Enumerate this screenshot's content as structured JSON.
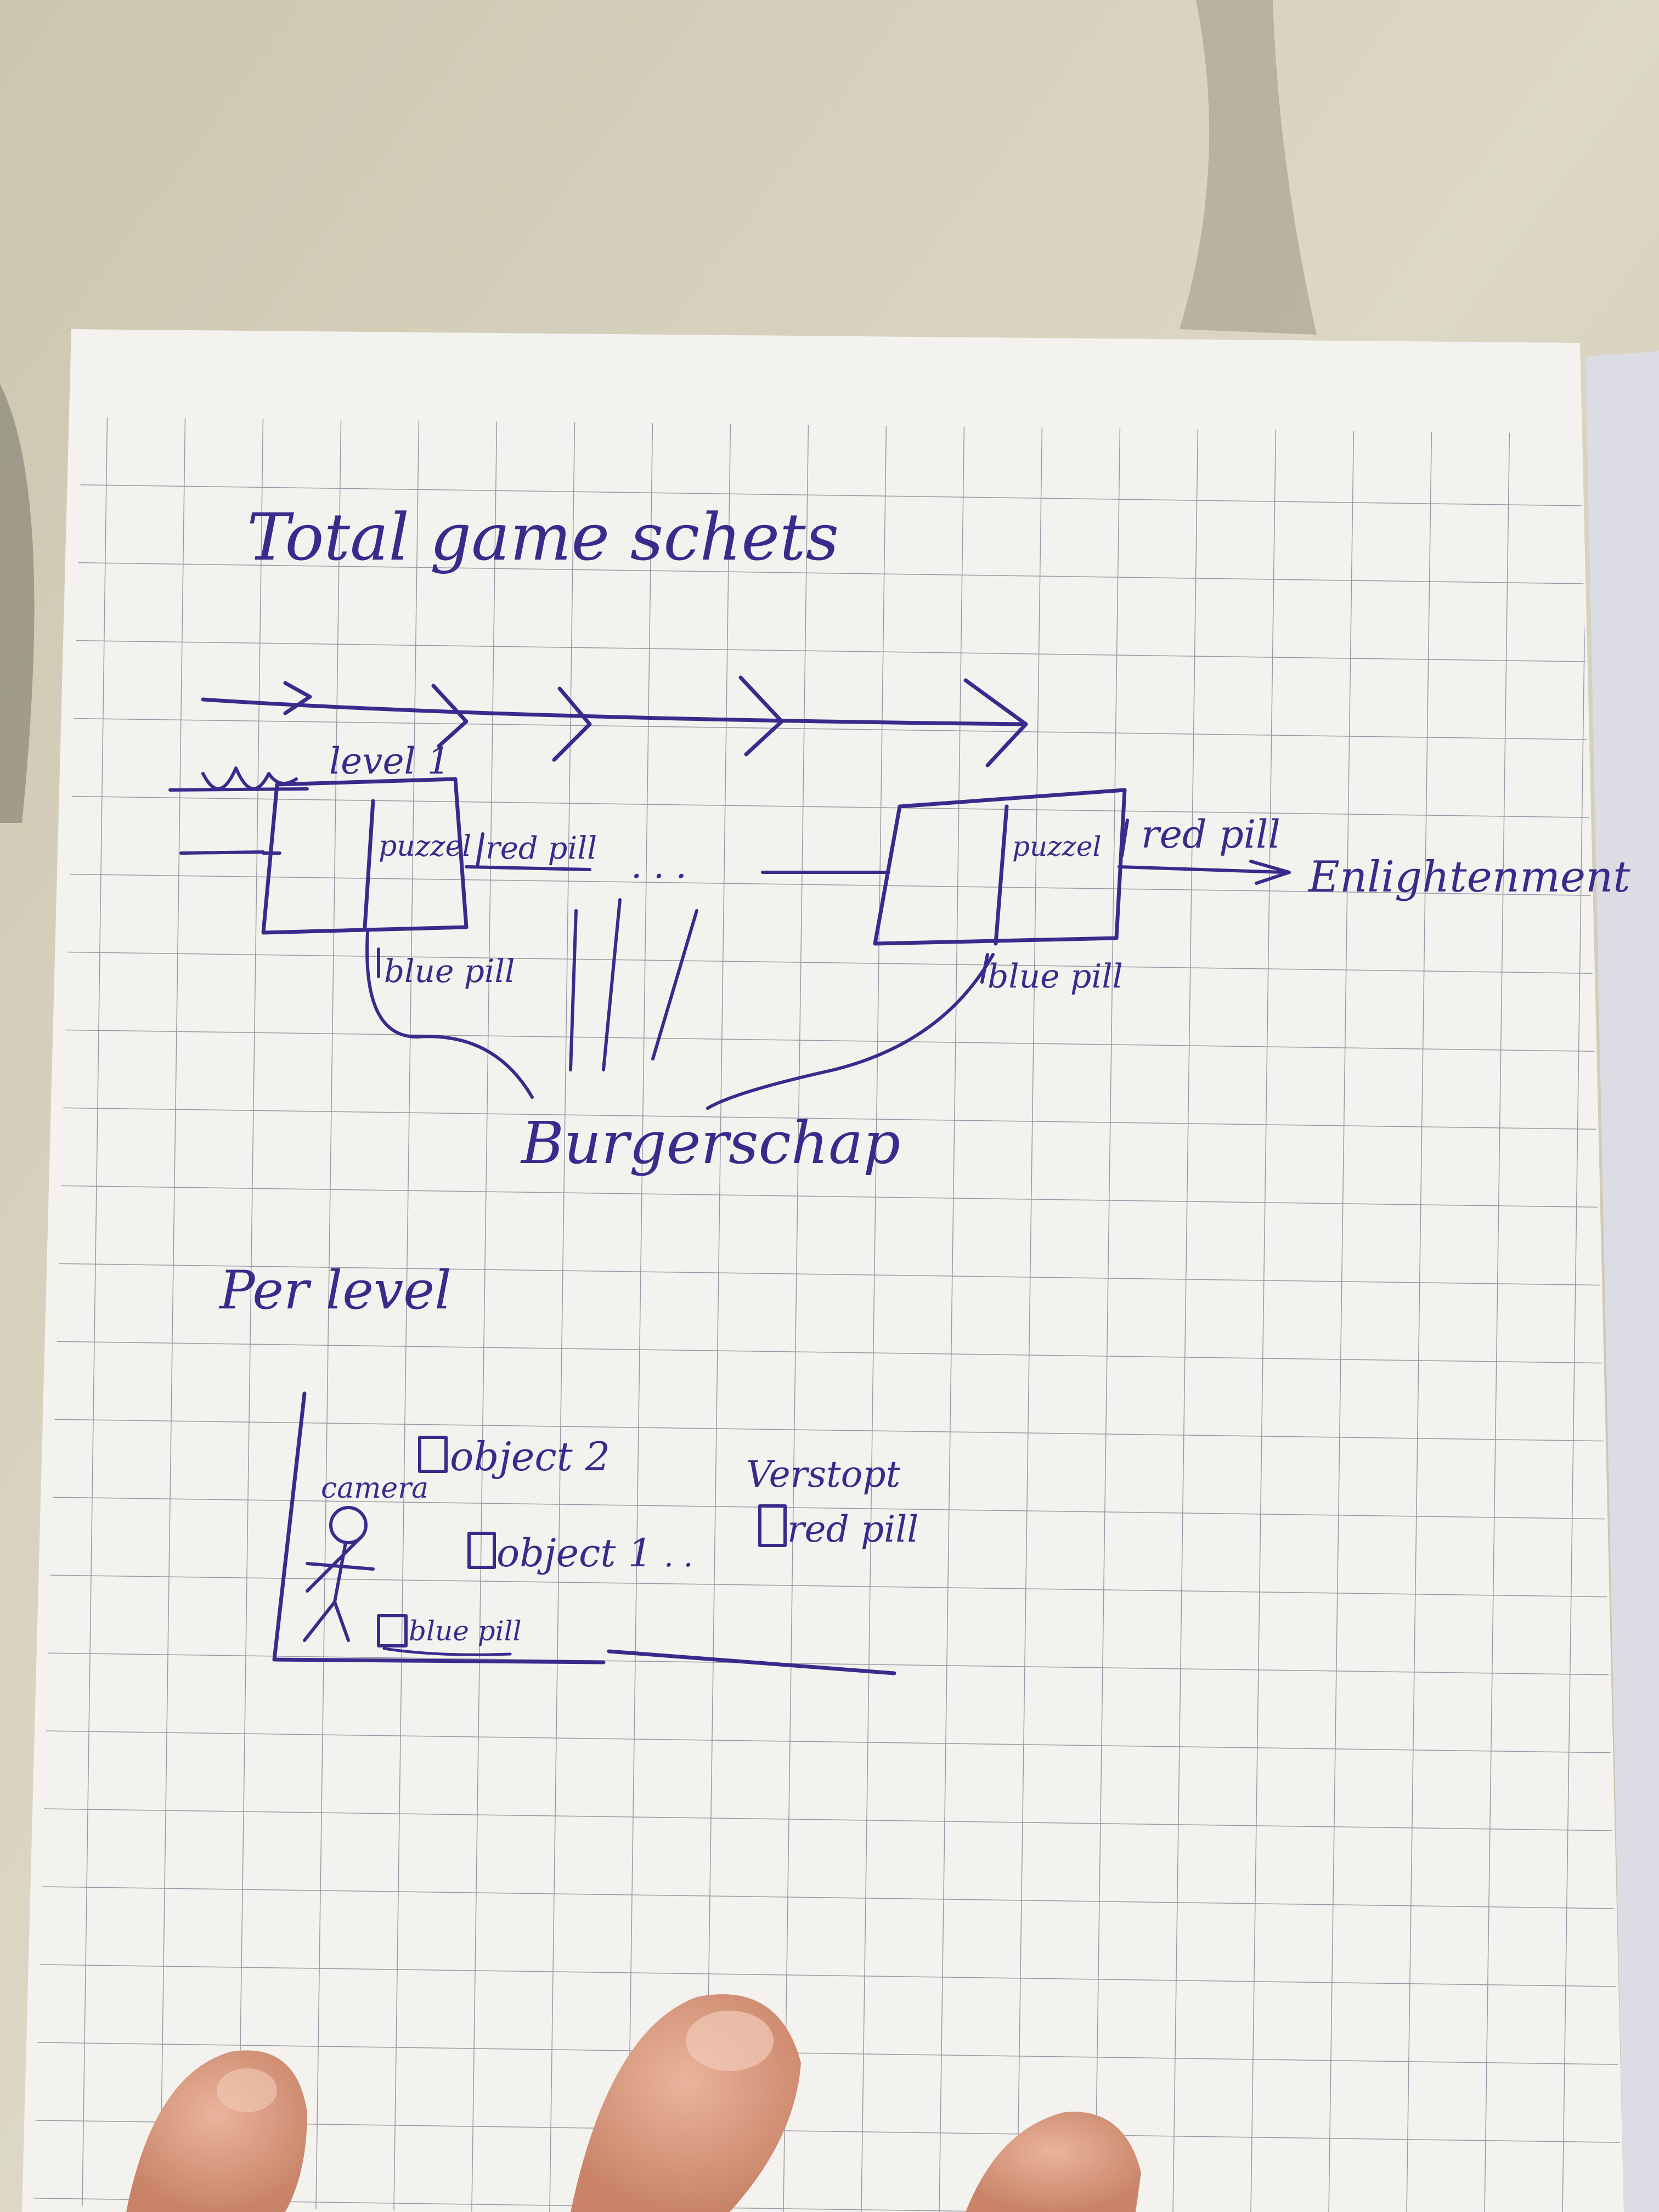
{
  "sketch": {
    "title": "Total game schets",
    "overview": {
      "level_label": "level 1",
      "first_block": {
        "puzzle_label": "puzzel",
        "red_pill_label": "red pill",
        "blue_pill_label": "blue pill"
      },
      "continuation": ". . .",
      "last_block": {
        "puzzle_label": "puzzel",
        "red_pill_label": "red pill",
        "blue_pill_label": "blue pill"
      },
      "ending_label": "Enlightenment",
      "fail_state_label": "Burgerschap"
    },
    "per_level": {
      "heading": "Per level",
      "camera_label": "camera",
      "object2_label": "object 2",
      "object1_label": "object 1",
      "ellipsis": ". .",
      "hidden_label": "Verstopt",
      "red_pill_label": "red pill",
      "blue_pill_label": "blue pill"
    }
  },
  "colors": {
    "ink": "#3b2a8c",
    "paper": "#f3f2ee",
    "grid": "#9a9aa6",
    "background": "#d8d2bf",
    "finger": "#e4a88e"
  }
}
